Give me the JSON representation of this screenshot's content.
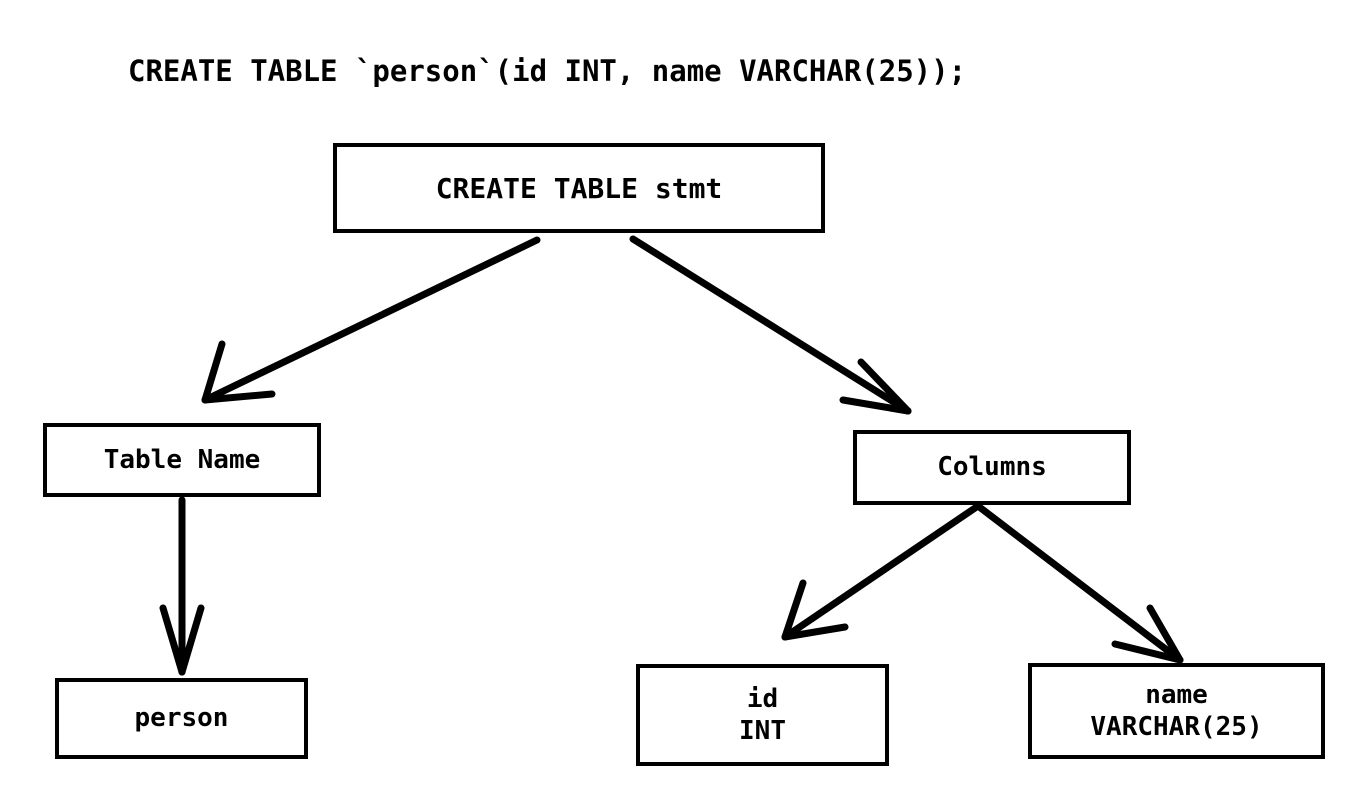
{
  "diagram": {
    "title_caption": "CREATE TABLE `person`(id INT, name VARCHAR(25));",
    "background_color": "#ffffff",
    "stroke_color": "#000000",
    "type": "parse-tree",
    "nodes": {
      "root": {
        "label": "CREATE TABLE stmt"
      },
      "table_name": {
        "label": "Table Name"
      },
      "columns": {
        "label": "Columns"
      },
      "person": {
        "label": "person"
      },
      "id_col": {
        "line1": "id",
        "line2": "INT"
      },
      "name_col": {
        "line1": "name",
        "line2": "VARCHAR(25)"
      }
    },
    "edges": [
      {
        "from": "CREATE TABLE stmt",
        "to": "Table Name"
      },
      {
        "from": "CREATE TABLE stmt",
        "to": "Columns"
      },
      {
        "from": "Table Name",
        "to": "person"
      },
      {
        "from": "Columns",
        "to": "id INT"
      },
      {
        "from": "Columns",
        "to": "name VARCHAR(25)"
      }
    ]
  }
}
